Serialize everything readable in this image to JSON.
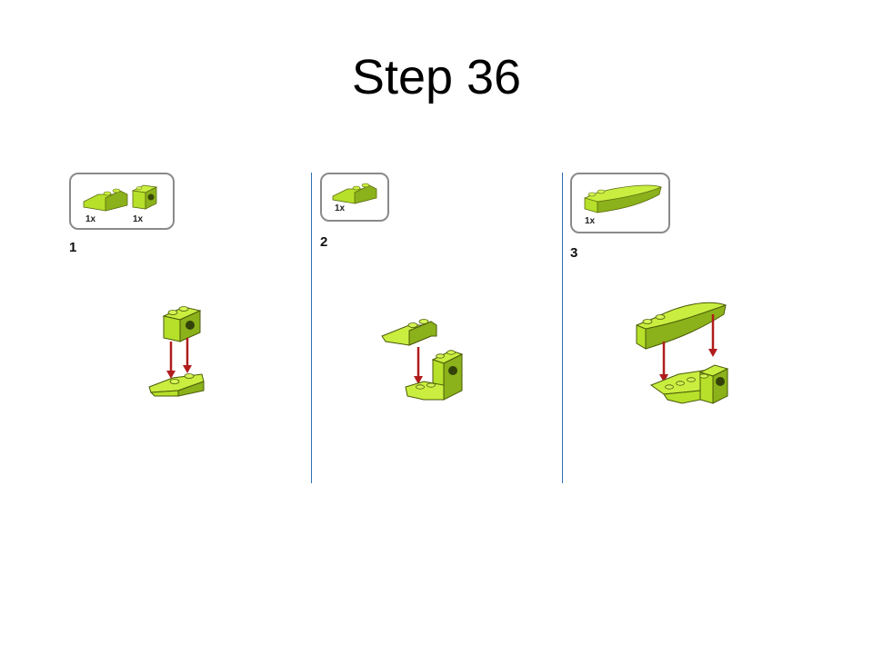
{
  "title": "Step 36",
  "panels": [
    {
      "step_number": "1",
      "parts": [
        {
          "qty": "1x",
          "icon": "lime-inverted-slope-brick-icon"
        },
        {
          "qty": "1x",
          "icon": "lime-technic-brick-icon"
        }
      ]
    },
    {
      "step_number": "2",
      "parts": [
        {
          "qty": "1x",
          "icon": "lime-inverted-slope-brick-icon"
        }
      ]
    },
    {
      "step_number": "3",
      "parts": [
        {
          "qty": "1x",
          "icon": "lime-curved-slope-brick-icon"
        }
      ]
    }
  ],
  "colors": {
    "brick": "#b6e02a",
    "brick_dark": "#8bb21a",
    "arrow": "#b01c1c",
    "divider": "#2f6fb5"
  }
}
